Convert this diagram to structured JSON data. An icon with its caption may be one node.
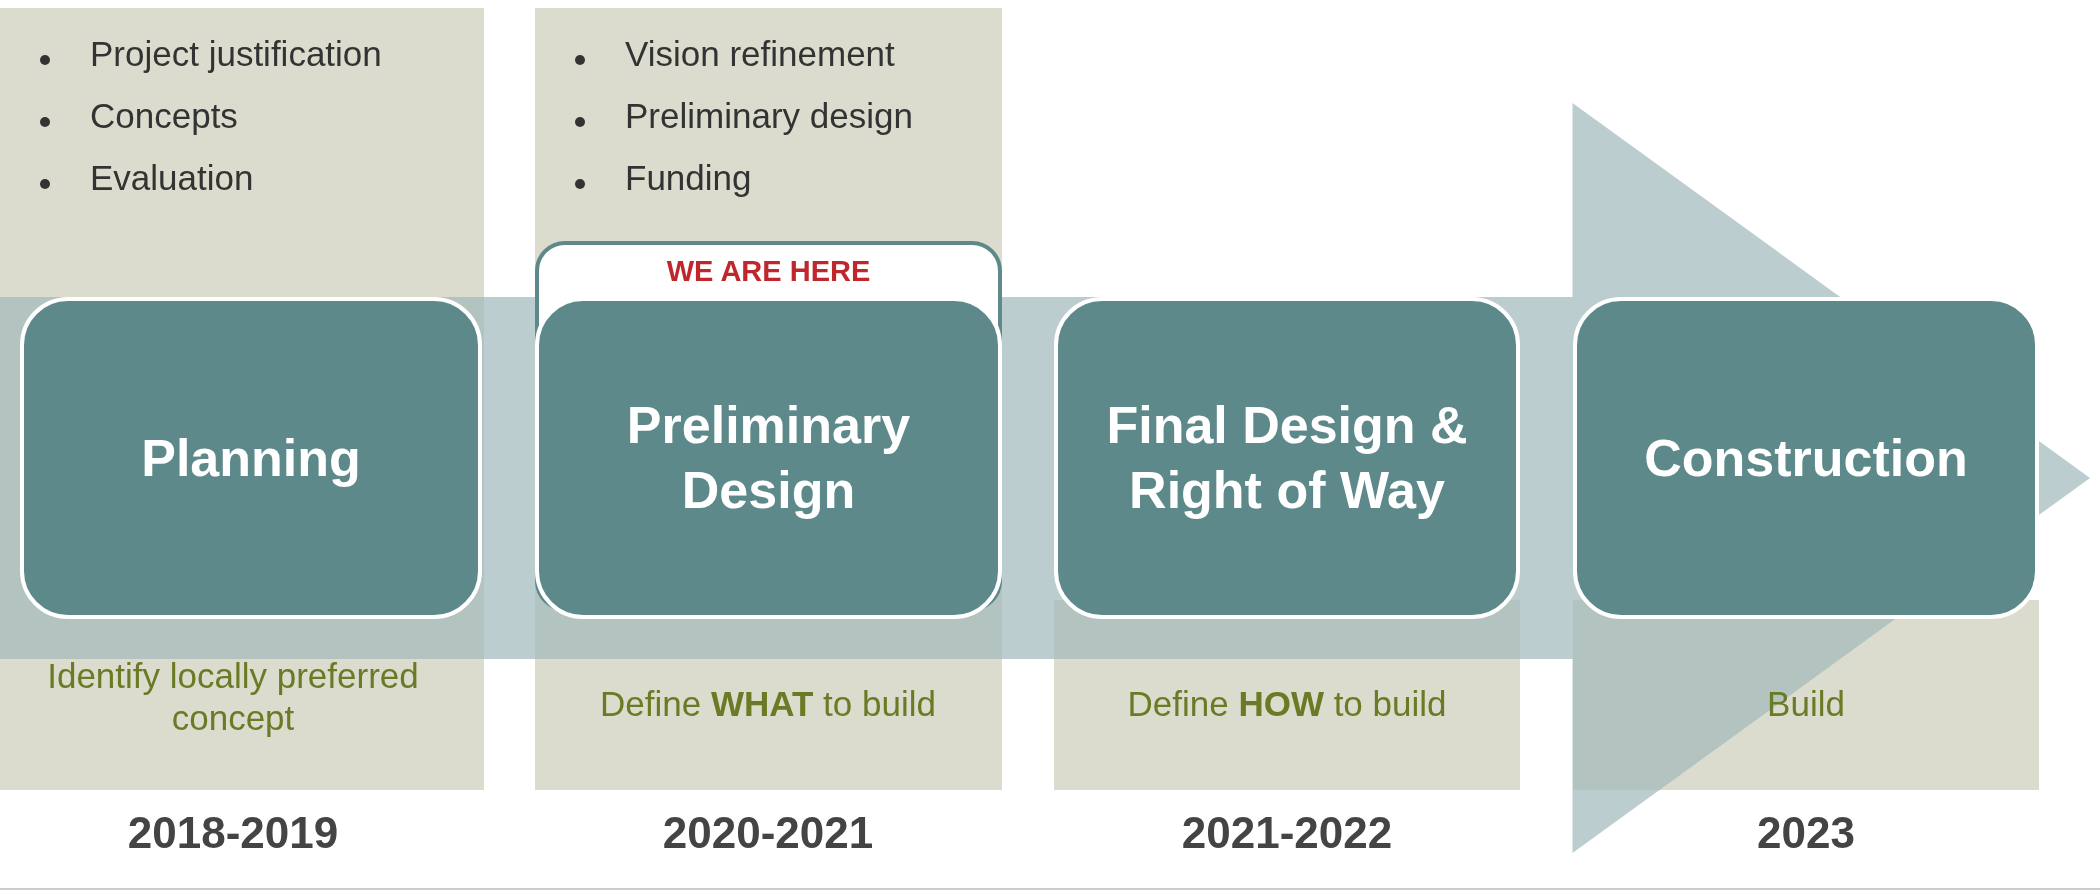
{
  "diagram": {
    "nodes": [
      {
        "text": [
          "Planning"
        ],
        "beside": [
          "Project justification",
          "Concepts",
          "Evaluation",
          "Identify locally preferred concept",
          "2018-2019"
        ]
      },
      {
        "text": [
          "WE ARE HERE"
        ]
      },
      {
        "text": [
          "Preliminary Design"
        ],
        "in": 1,
        "beside": [
          "Vision refinement",
          "Preliminary design",
          "Funding",
          "Define **WHAT** to build",
          "2020-2021"
        ]
      },
      {
        "text": [
          "Final Design & Right of Way"
        ],
        "beside": [
          "Define **HOW** to build",
          "2021-2022"
        ]
      },
      {
        "text": [
          "Construction"
        ],
        "beside": [
          "Build",
          "2023"
        ]
      }
    ],
    "edges": [
      {
        "from": 0,
        "to": 4,
        "arrow": "to",
        "style": "thick"
      }
    ]
  }
}
